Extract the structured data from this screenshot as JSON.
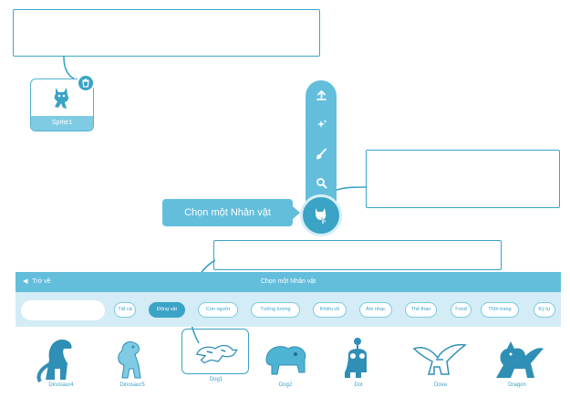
{
  "sprite": {
    "name": "Sprite1"
  },
  "tooltip": {
    "text": "Chọn một Nhân vật"
  },
  "menu": {
    "icons": [
      "upload-icon",
      "surprise-icon",
      "paint-icon",
      "search-icon"
    ],
    "main_icon": "cat-icon"
  },
  "library": {
    "back_label": "Trở về",
    "title": "Chọn một Nhân vật",
    "search_placeholder": "",
    "categories": [
      {
        "label": "Tất cả",
        "active": false
      },
      {
        "label": "Động vật",
        "active": true
      },
      {
        "label": "Con người",
        "active": false
      },
      {
        "label": "Tưởng tượng",
        "active": false
      },
      {
        "label": "Khiêu vũ",
        "active": false
      },
      {
        "label": "Âm nhạc",
        "active": false
      },
      {
        "label": "Thể thao",
        "active": false
      },
      {
        "label": "Food",
        "active": false
      },
      {
        "label": "Thời trang",
        "active": false
      },
      {
        "label": "Ký tự",
        "active": false
      }
    ],
    "sprites": [
      {
        "name": "Dinosaur4",
        "selected": false
      },
      {
        "name": "Dinosaur5",
        "selected": false
      },
      {
        "name": "Dog1",
        "selected": true
      },
      {
        "name": "Dog2",
        "selected": false
      },
      {
        "name": "Dot",
        "selected": false
      },
      {
        "name": "Dove",
        "selected": false
      },
      {
        "name": "Dragon",
        "selected": false
      }
    ]
  },
  "colors": {
    "accent": "#3aa3c6",
    "accent_light": "#63bedc",
    "bar_bg": "#d3ecf5"
  }
}
